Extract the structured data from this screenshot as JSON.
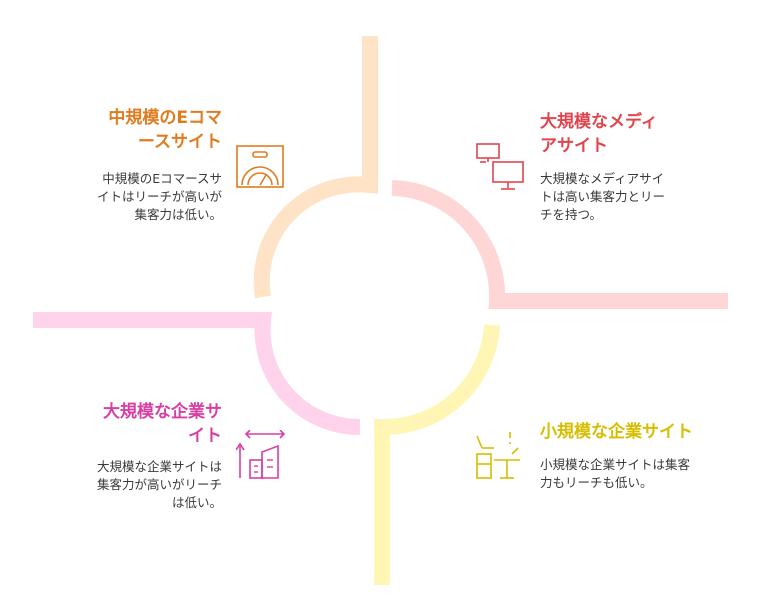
{
  "colors": {
    "orange": "#FFE3C7",
    "red": "#FFD6D6",
    "pink": "#FFD3EC",
    "yellow": "#FFF6B6",
    "orange_text": "#E07B1E",
    "red_text": "#E0454D",
    "pink_text": "#D83FA4",
    "yellow_text": "#D6BE00"
  },
  "quadrants": [
    {
      "title": "中規模のEコマ\nースサイト",
      "description": "中規模のEコマースサ\nイトはリーチが高いが\n集客力は低い。",
      "icon": "scale-icon"
    },
    {
      "title": "大規模なメディ\nアサイト",
      "description": "大規模なメディアサイ\nトは高い集客力とリー\nチを持つ。",
      "icon": "monitors-icon"
    },
    {
      "title": "大規模な企業サ\nイト",
      "description": "大規模な企業サイトは\n集客力が高いがリーチ\nは低い。",
      "icon": "city-expand-icon"
    },
    {
      "title": "小規模な企業サイト",
      "description": "小規模な企業サイトは集客\n力もリーチも低い。",
      "icon": "small-office-icon"
    }
  ]
}
